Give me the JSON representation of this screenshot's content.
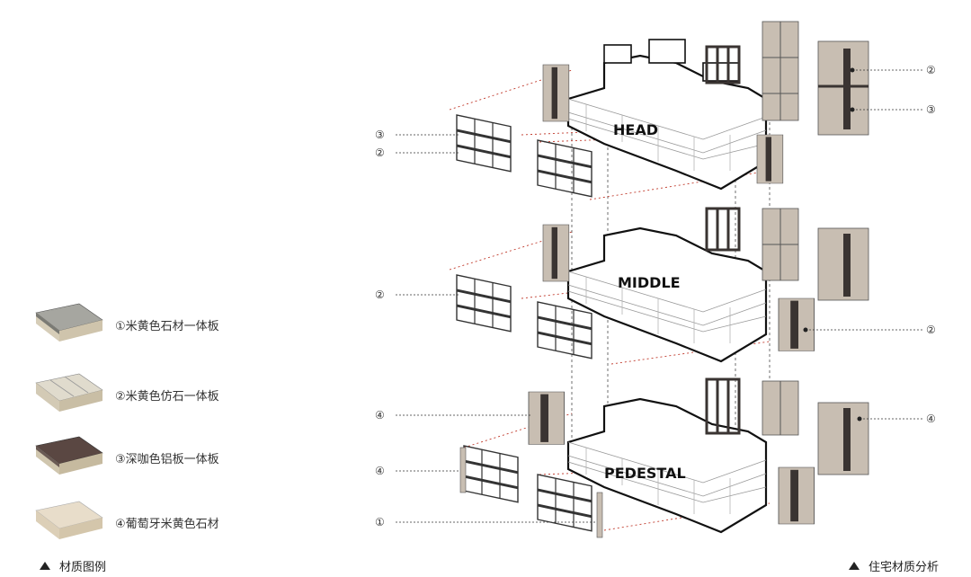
{
  "legend": {
    "items": [
      {
        "label": "①米黄色石材一体板",
        "color": "#9a9a95"
      },
      {
        "label": "②米黄色仿石一体板",
        "color": "#d8d2c2"
      },
      {
        "label": "③深咖色铝板一体板",
        "color": "#5a4742"
      },
      {
        "label": "④葡萄牙米黄色石材",
        "color": "#e4d8c4"
      }
    ],
    "caption": "材质图例"
  },
  "diagram": {
    "caption": "住宅材质分析",
    "sections": [
      {
        "label": "HEAD"
      },
      {
        "label": "MIDDLE"
      },
      {
        "label": "PEDESTAL"
      }
    ],
    "left_callouts": [
      "③",
      "②",
      "②",
      "④",
      "④",
      "①"
    ],
    "right_callouts": [
      "②",
      "③",
      "②",
      "④"
    ],
    "colors": {
      "panel": "#c8beb2",
      "dark_panel": "#3a3432",
      "leader": "#c0392b",
      "line": "#222222"
    }
  }
}
